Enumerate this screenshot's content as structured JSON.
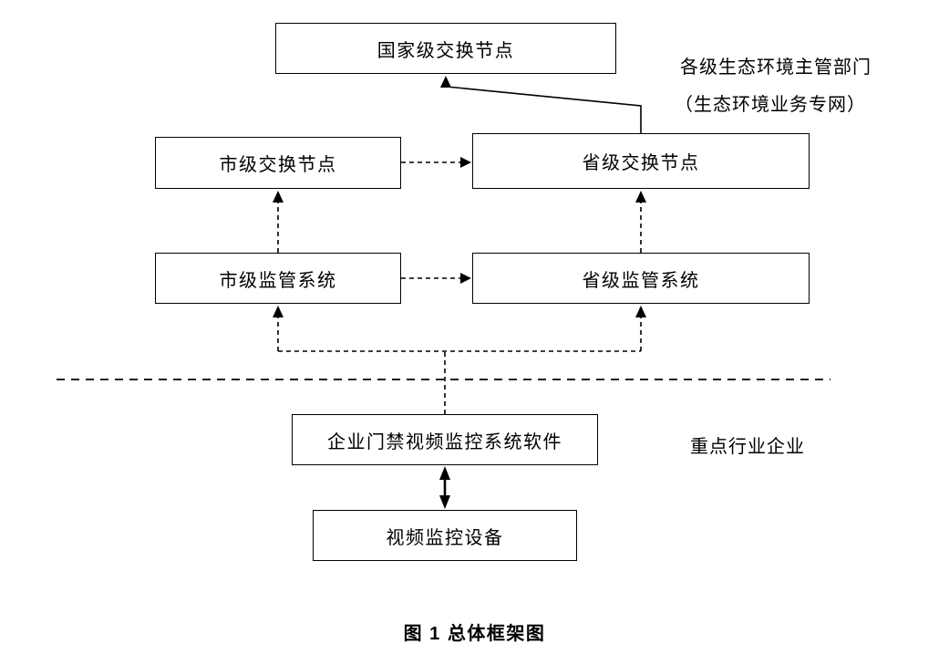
{
  "diagram": {
    "nodes": {
      "national_exchange": {
        "label": "国家级交换节点"
      },
      "city_exchange": {
        "label": "市级交换节点"
      },
      "province_exchange": {
        "label": "省级交换节点"
      },
      "city_supervision": {
        "label": "市级监管系统"
      },
      "province_supervision": {
        "label": "省级监管系统"
      },
      "enterprise_software": {
        "label": "企业门禁视频监控系统软件"
      },
      "video_device": {
        "label": "视频监控设备"
      }
    },
    "annotations": {
      "gov_zone_line1": "各级生态环境主管部门",
      "gov_zone_line2": "（生态环境业务专网）",
      "enterprise_zone": "重点行业企业"
    },
    "caption": "图 1 总体框架图",
    "connections": {
      "province_exchange_to_national_exchange": "solid-arrow-up",
      "city_exchange_to_province_exchange": "dashed-arrow-right",
      "city_supervision_to_city_exchange": "dashed-arrow-up",
      "province_supervision_to_province_exchange": "dashed-arrow-up",
      "city_supervision_to_province_supervision": "dashed-arrow-right",
      "enterprise_software_to_city_supervision": "dashed-arrow-up",
      "enterprise_software_to_province_supervision": "dashed-arrow-up",
      "enterprise_software_to_video_device": "solid-double-arrow",
      "zone_divider": "dashed-horizontal-line"
    },
    "colors": {
      "line": "#000000",
      "background": "#ffffff",
      "box_border": "#000000",
      "text": "#000000"
    }
  }
}
